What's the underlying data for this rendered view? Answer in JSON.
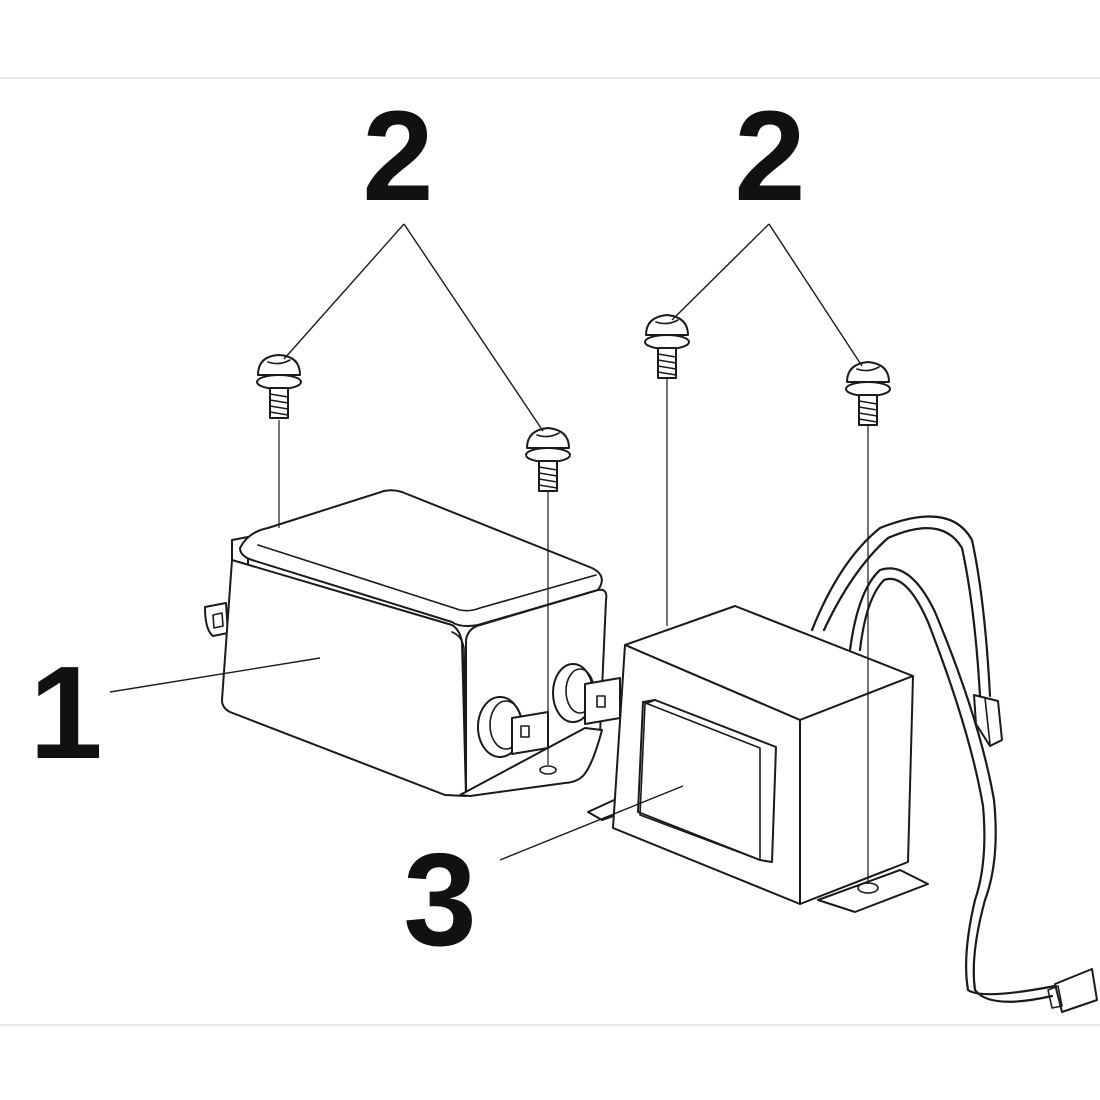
{
  "diagram": {
    "callouts": [
      {
        "id": "part-1",
        "label": "1"
      },
      {
        "id": "part-2-left",
        "label": "2"
      },
      {
        "id": "part-2-right",
        "label": "2"
      },
      {
        "id": "part-3",
        "label": "3"
      }
    ],
    "colors": {
      "line": "#1a1a1a",
      "background": "#ffffff",
      "label": "#111111"
    }
  }
}
